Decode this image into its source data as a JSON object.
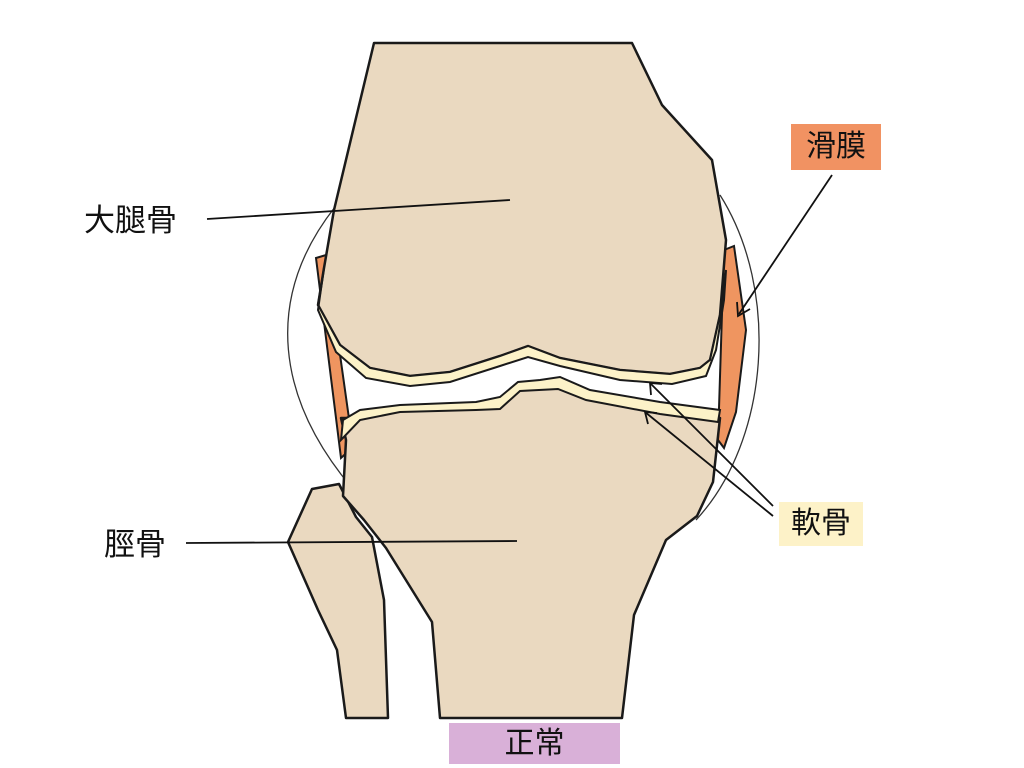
{
  "labels": {
    "femur": "大腿骨",
    "tibia": "脛骨",
    "synovium": "滑膜",
    "cartilage": "軟骨",
    "status": "正常"
  },
  "colors": {
    "bone": "#ead9c0",
    "cartilage": "#fcf2c8",
    "synovium": "#ef9560",
    "synovium_tag": "#f19262",
    "cartilage_tag": "#fdf2c8",
    "status_tag": "#d9b0d8",
    "outline": "#1a1a1a"
  }
}
